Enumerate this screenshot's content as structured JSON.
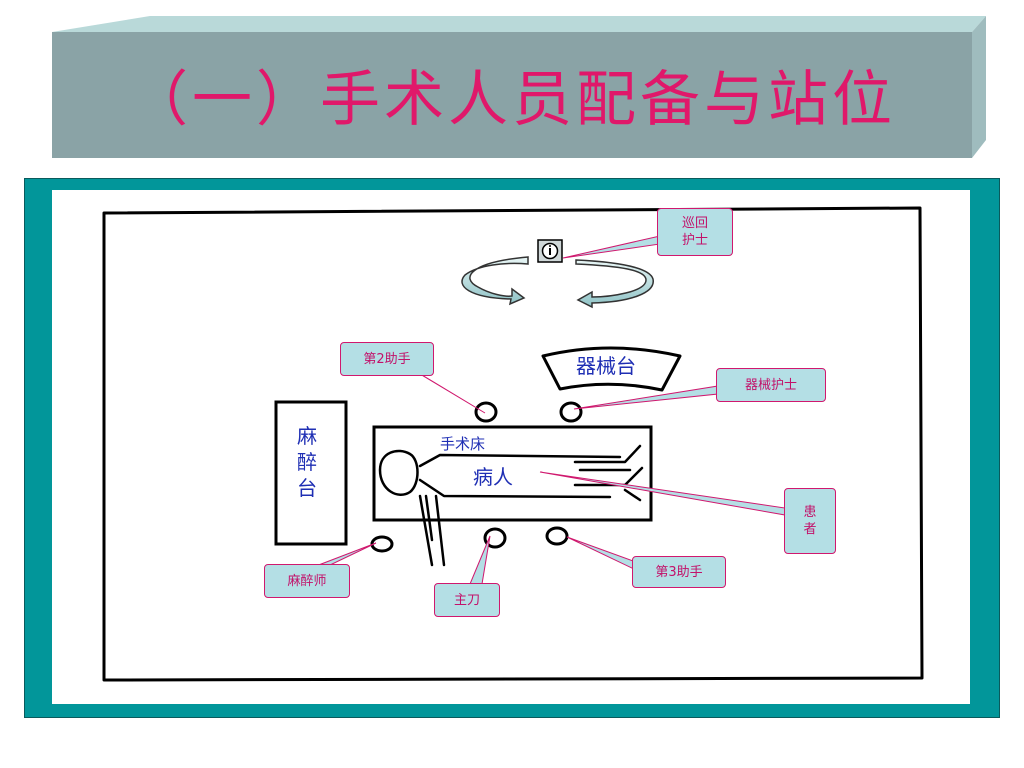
{
  "slide": {
    "title": "（一）手术人员配备与站位"
  },
  "diagram": {
    "labels": {
      "instrument_table": "器械台",
      "anesthesia_table": "麻醉台",
      "operating_bed": "手术床",
      "patient": "病人"
    },
    "callouts": {
      "circulating_nurse": "巡回护士",
      "second_assistant": "第2助手",
      "scrub_nurse": "器械护士",
      "patient_note": "患者",
      "anesthesiologist": "麻醉师",
      "surgeon": "主刀",
      "third_assistant": "第3助手"
    },
    "colors": {
      "title": "#e0186a",
      "frame": "#02969a",
      "banner": "#8aa3a6",
      "callout_fill": "#b4dfe5",
      "callout_border": "#d0186e",
      "label_text": "#1f2fb4"
    }
  }
}
